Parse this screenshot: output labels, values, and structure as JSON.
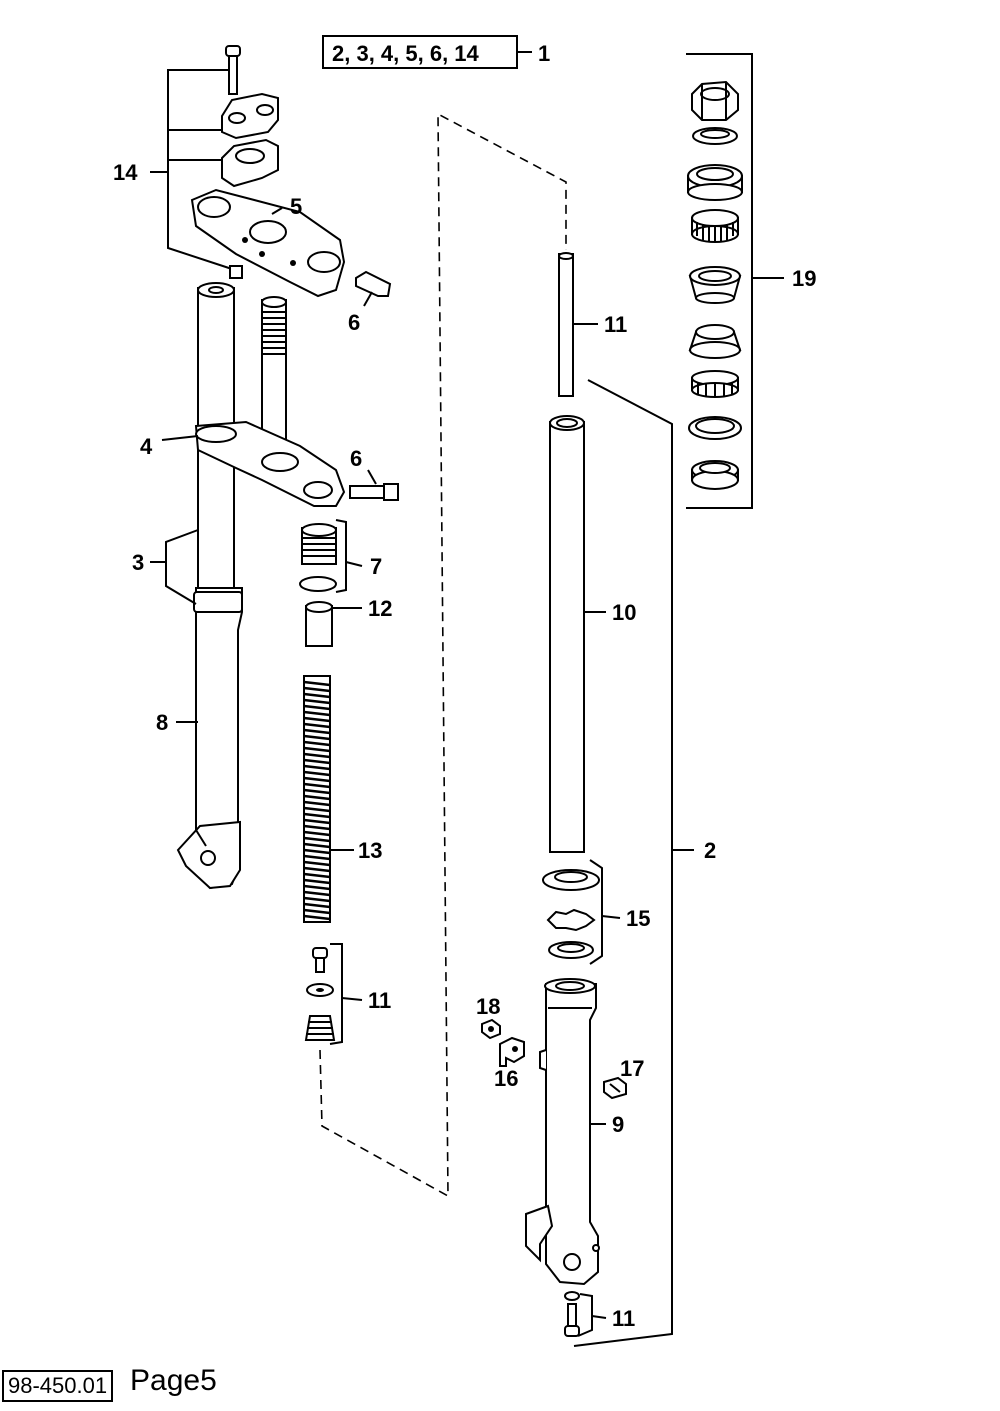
{
  "callouts": {
    "kit": "2, 3, 4, 5, 6, 14",
    "p1": "1",
    "p14": "14",
    "p5": "5",
    "p6_upper": "6",
    "p11_tube": "11",
    "p4": "4",
    "p6_lower": "6",
    "p3": "3",
    "p7": "7",
    "p12": "12",
    "p10": "10",
    "p8": "8",
    "p13": "13",
    "p2": "2",
    "p15": "15",
    "p11_spring": "11",
    "p18": "18",
    "p16": "16",
    "p17": "17",
    "p9": "9",
    "p11_bottom": "11",
    "p19": "19"
  },
  "footer": {
    "code": "98-450.01",
    "page": "Page5"
  }
}
